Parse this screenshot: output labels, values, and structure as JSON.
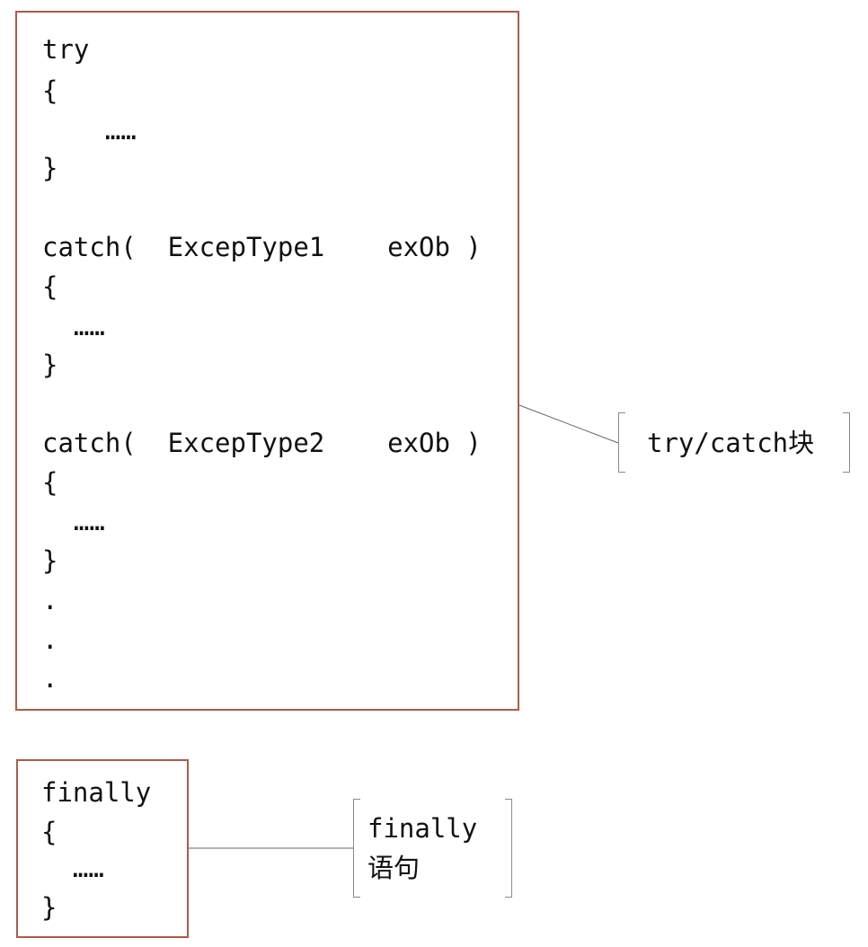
{
  "try_block": {
    "lines": [
      "try",
      "{",
      "    ……",
      "}",
      "",
      "catch(  ExcepType1    exOb )",
      "{",
      "  ……",
      "}",
      "",
      "catch(  ExcepType2    exOb )",
      "{",
      "  ……",
      "}",
      ".",
      ".",
      "."
    ]
  },
  "finally_block": {
    "lines": [
      "finally",
      "{",
      "  ……",
      "}"
    ]
  },
  "callouts": {
    "try_catch_label": "try/catch块",
    "finally_label_line1": "finally",
    "finally_label_line2": "语句"
  },
  "colors": {
    "box_border": "#b05a48",
    "connector": "#666666",
    "bracket": "#8a8a8a"
  }
}
